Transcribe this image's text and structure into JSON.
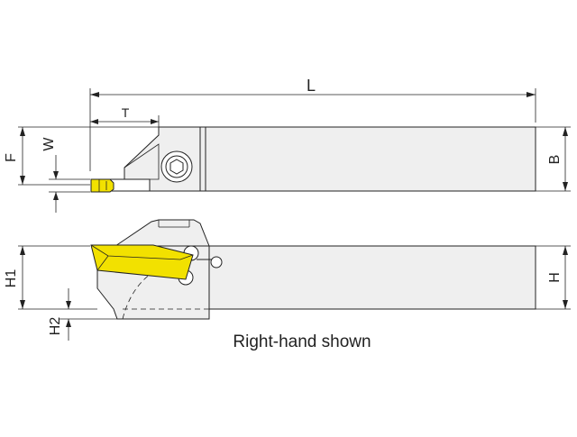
{
  "dimensions": {
    "L": "L",
    "T": "T",
    "F": "F",
    "W": "W",
    "B": "B",
    "H1": "H1",
    "H": "H",
    "H2": "H2"
  },
  "caption": "Right-hand shown",
  "colors": {
    "insert": "#F2E100",
    "body": "#EFEFEF",
    "line": "#222222"
  }
}
